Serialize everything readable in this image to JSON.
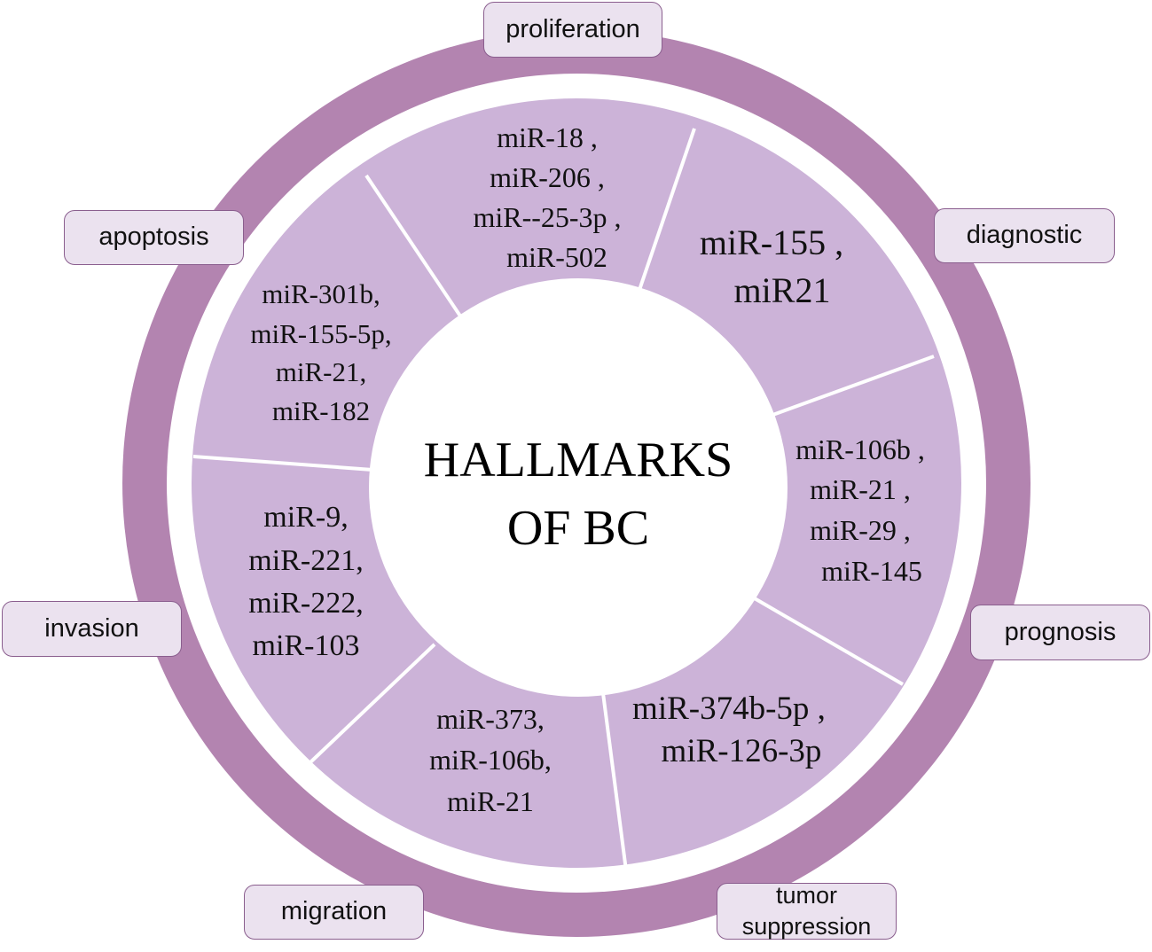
{
  "center": {
    "line1": "HALLMARKS",
    "line2": "OF BC"
  },
  "segments": [
    {
      "name": "top",
      "lines": [
        "miR-18 ,",
        "miR-206 ,",
        "miR--25-3p ,",
        "miR-502"
      ]
    },
    {
      "name": "upper-right",
      "lines": [
        "miR-155 ,",
        "miR21"
      ]
    },
    {
      "name": "right",
      "lines": [
        "miR-106b ,",
        "miR-21 ,",
        "miR-29 ,",
        "miR-145"
      ]
    },
    {
      "name": "lower-right",
      "lines": [
        "miR-374b-5p ,",
        "miR-126-3p"
      ]
    },
    {
      "name": "bottom",
      "lines": [
        "miR-373,",
        "miR-106b,",
        "miR-21"
      ]
    },
    {
      "name": "left",
      "lines": [
        "miR-9,",
        "miR-221,",
        "miR-222,",
        "miR-103"
      ]
    },
    {
      "name": "upper-left",
      "lines": [
        "miR-301b,",
        "miR-155-5p,",
        "miR-21,",
        "miR-182"
      ]
    }
  ],
  "labels": {
    "proliferation": "proliferation",
    "apoptosis": "apoptosis",
    "diagnostic": "diagnostic",
    "invasion": "invasion",
    "prognosis": "prognosis",
    "migration": "migration",
    "tumor_line1": "tumor",
    "tumor_line2": "suppression"
  },
  "colors": {
    "outer_ring": "#b384b0",
    "segment_fill": "#ccb3d8",
    "separator": "#ffffff",
    "label_fill": "#ebe2ef",
    "label_border": "#8a5e8e"
  }
}
